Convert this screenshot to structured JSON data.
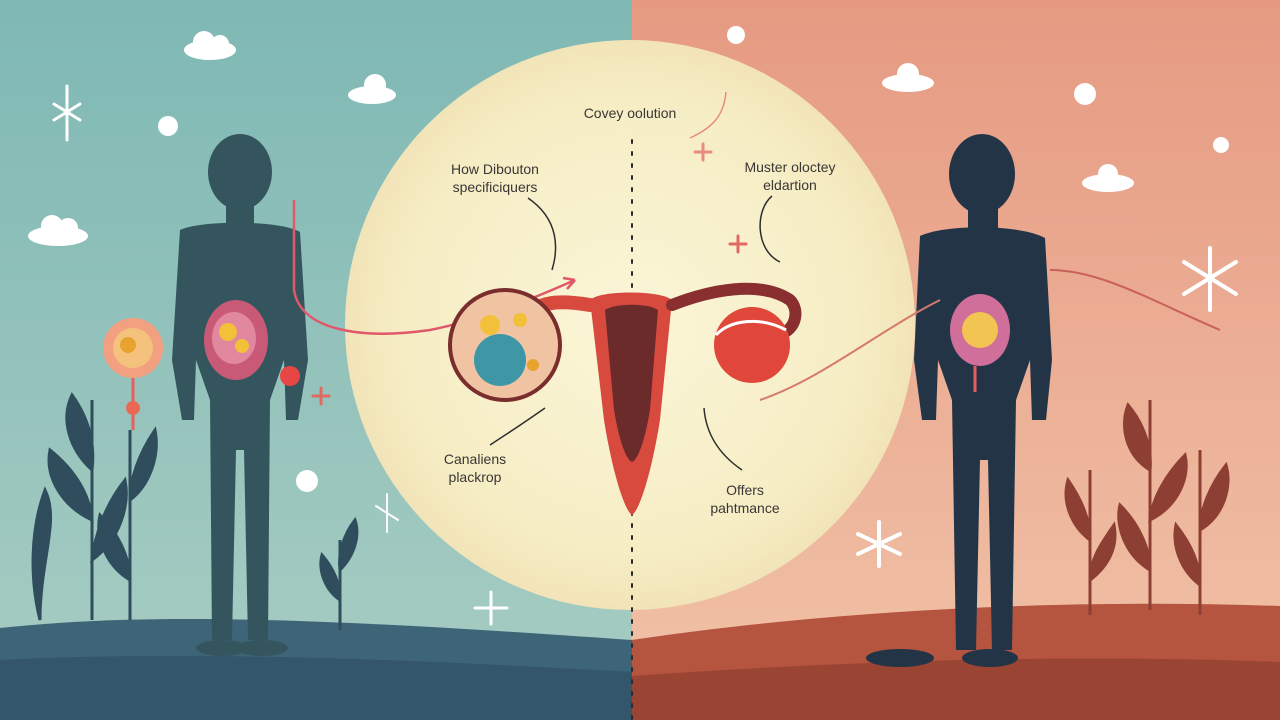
{
  "labels": {
    "top_center": "Covey oolution",
    "left_top": "How Dibouton\nspecificiquers",
    "right_top": "Muster oloctey\neldartion",
    "left_bottom": "Canaliens\nplackrop",
    "right_bottom": "Offers\npahtmance"
  },
  "colors": {
    "left_background": "#7fb8b4",
    "right_background": "#e8a289",
    "center_circle": "#f8f0c8",
    "left_figure": "#35555e",
    "right_figure": "#243447",
    "uterus": "#e0493c",
    "divider": "#2a2a2a"
  },
  "icons": [
    "cloud-icon",
    "sparkle-icon",
    "plus-icon",
    "plant-icon",
    "organ-icon"
  ]
}
